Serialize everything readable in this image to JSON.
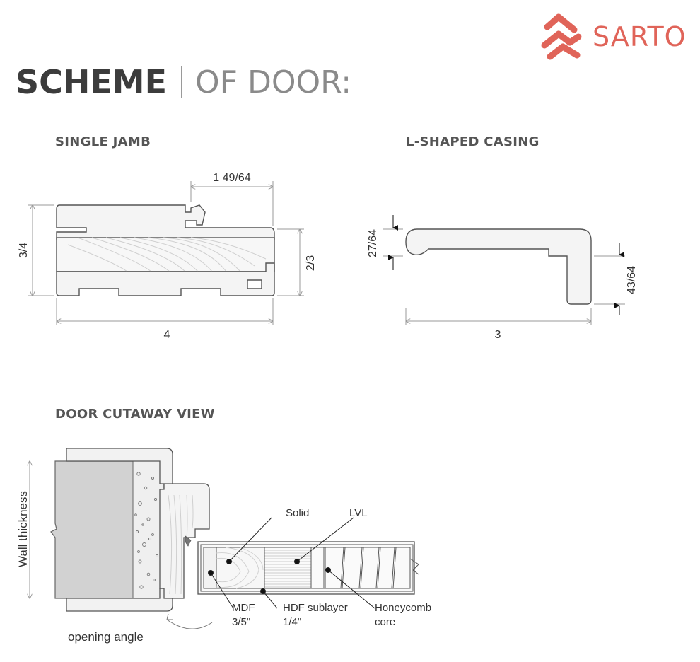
{
  "brand": {
    "name": "SARTO",
    "color": "#e06459",
    "icon": "sarto-logo-icon"
  },
  "title": {
    "bold": "SCHEME",
    "light": "OF DOOR:"
  },
  "sections": {
    "single_jamb": {
      "heading": "SINGLE  JAMB",
      "dims": {
        "top": "1 49/64",
        "left": "3/4",
        "right": "2/3",
        "bottom": "4"
      }
    },
    "l_casing": {
      "heading": "L-SHAPED CASING",
      "dims": {
        "left": "27/64",
        "right": "43/64",
        "bottom": "3"
      }
    },
    "cutaway": {
      "heading": "DOOR CUTAWAY VIEW",
      "wall_label": "Wall thickness",
      "opening_label": "opening angle",
      "labels": {
        "solid": "Solid",
        "lvl": "LVL",
        "mdf": "MDF",
        "mdf_size": "3/5\"",
        "hdf": "HDF sublayer",
        "hdf_size": "1/4\"",
        "honeycomb": "Honeycomb",
        "honeycomb_2": "core"
      }
    }
  },
  "colors": {
    "line": "#555555",
    "fill": "#f2f2f2",
    "wall": "#cfcfcf",
    "dim": "#9a9a9a"
  }
}
